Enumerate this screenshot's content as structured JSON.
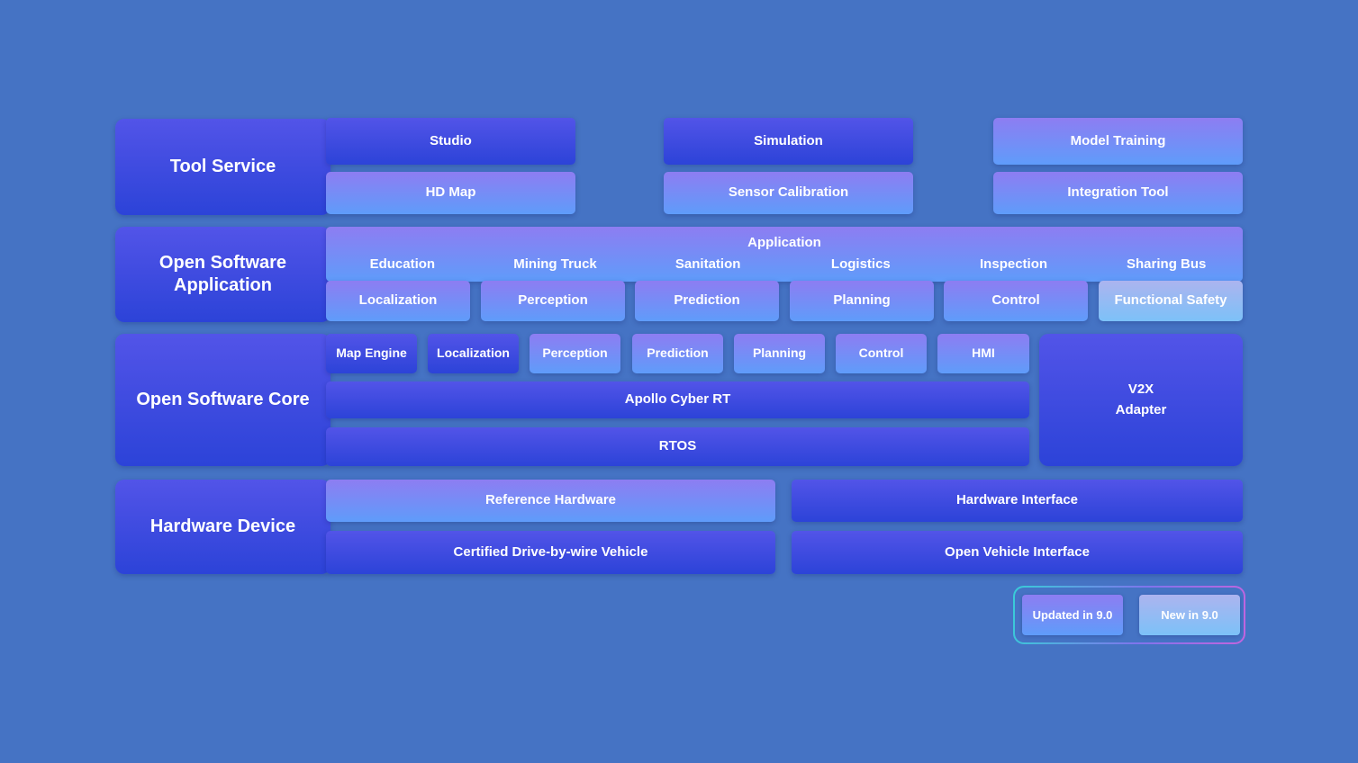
{
  "left_column": {
    "tool_service": "Tool Service",
    "open_software_application": "Open Software Application",
    "open_software_core": "Open Software Core",
    "hardware_device": "Hardware Device"
  },
  "tool_service": {
    "studio": "Studio",
    "simulation": "Simulation",
    "model_training": "Model Training",
    "hd_map": "HD Map",
    "sensor_calibration": "Sensor Calibration",
    "integration_tool": "Integration Tool"
  },
  "application": {
    "title": "Application",
    "domains": [
      "Education",
      "Mining Truck",
      "Sanitation",
      "Logistics",
      "Inspection",
      "Sharing Bus"
    ],
    "modules": [
      "Localization",
      "Perception",
      "Prediction",
      "Planning",
      "Control",
      "Functional Safety"
    ]
  },
  "core": {
    "modules": [
      "Map Engine",
      "Localization",
      "Perception",
      "Prediction",
      "Planning",
      "Control",
      "HMI"
    ],
    "middleware": "Apollo Cyber RT",
    "os": "RTOS",
    "v2x_line1": "V2X",
    "v2x_line2": "Adapter"
  },
  "hardware": {
    "reference_hardware": "Reference Hardware",
    "hardware_interface": "Hardware Interface",
    "certified_vehicle": "Certified Drive-by-wire Vehicle",
    "open_vehicle_interface": "Open Vehicle Interface"
  },
  "legend": {
    "updated": "Updated in 9.0",
    "new": "New in 9.0"
  },
  "colors": {
    "background": "#4573C4",
    "box_default_top": "#5254E8",
    "box_default_bottom": "#2C43D8",
    "box_updated_top": "#8D7DF2",
    "box_updated_bottom": "#5F9CFA",
    "box_new_top": "#ACB4EF",
    "box_new_bottom": "#7CC1F8",
    "legend_border_start": "#38CDD8",
    "legend_border_mid": "#7F74EC",
    "legend_border_end": "#C364DE",
    "text": "#FFFFFF"
  }
}
